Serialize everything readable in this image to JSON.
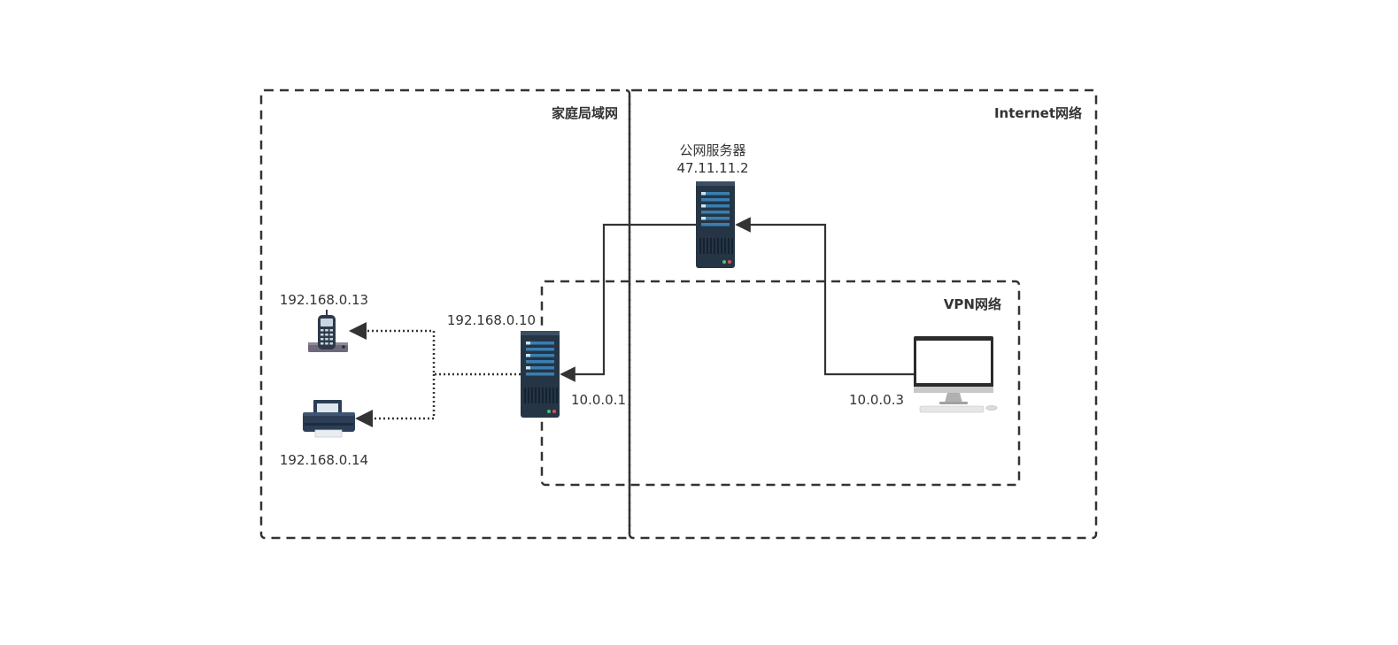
{
  "zones": {
    "home_lan": "家庭局域网",
    "internet": "Internet网络",
    "vpn": "VPN网络"
  },
  "public_server": {
    "name": "公网服务器",
    "ip": "47.11.11.2"
  },
  "home_server": {
    "lan_ip": "192.168.0.10",
    "vpn_ip": "10.0.0.1"
  },
  "phone": {
    "ip": "192.168.0.13"
  },
  "printer": {
    "ip": "192.168.0.14"
  },
  "client": {
    "vpn_ip": "10.0.0.3"
  },
  "colors": {
    "line": "#333333",
    "server_body": "#253545",
    "server_slot": "#3a7fb0",
    "printer": "#2c3e55",
    "monitor_bezel": "#2b2b2b",
    "monitor_stand": "#b0b0b0"
  }
}
